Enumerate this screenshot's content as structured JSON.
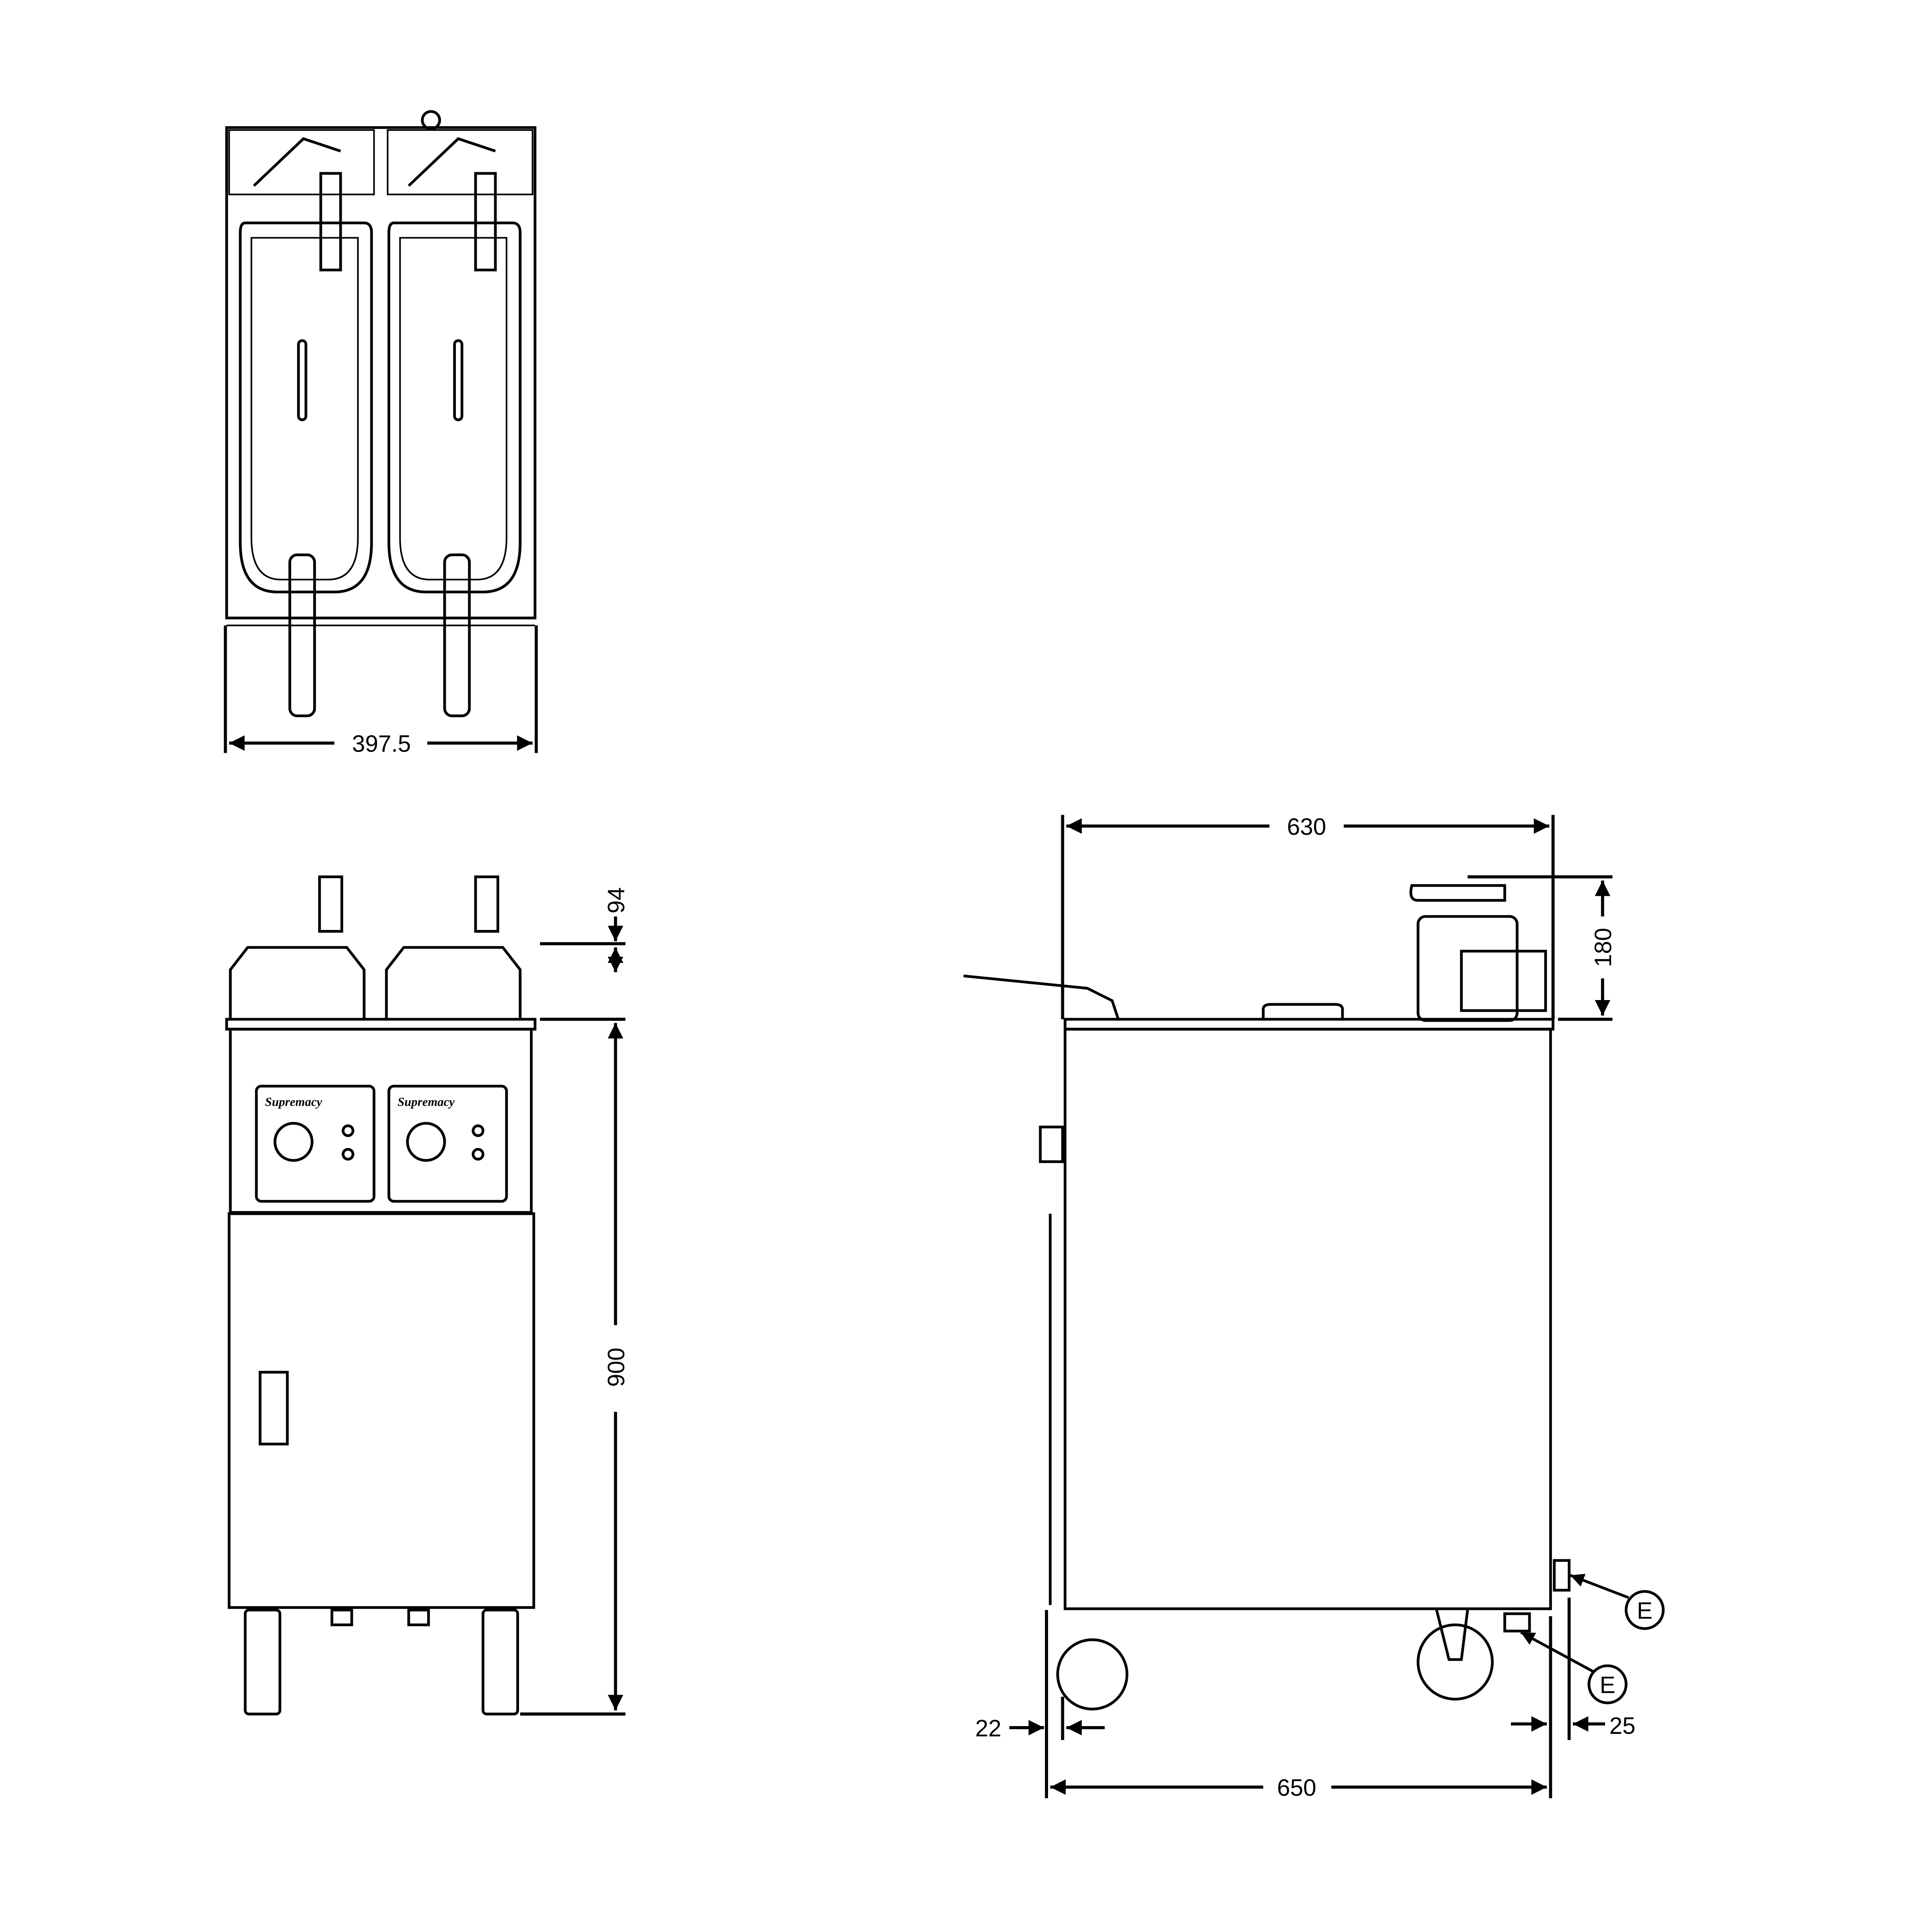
{
  "drawing": {
    "title": "Twin tank electric fryer - technical dimension drawing",
    "views": [
      "top",
      "front",
      "side"
    ],
    "brand_logo_text": "Supremacy",
    "line_color": "#000000",
    "background_color": "#ffffff"
  },
  "dimensions": {
    "top_width": "397.5",
    "front_basket_height": "94",
    "front_height": "900",
    "side_top_depth": "630",
    "side_basket_height": "180",
    "side_total_depth": "650",
    "side_front_offset": "22",
    "side_rear_offset": "25"
  },
  "callouts": {
    "drain_upper": "E",
    "drain_lower": "E"
  }
}
